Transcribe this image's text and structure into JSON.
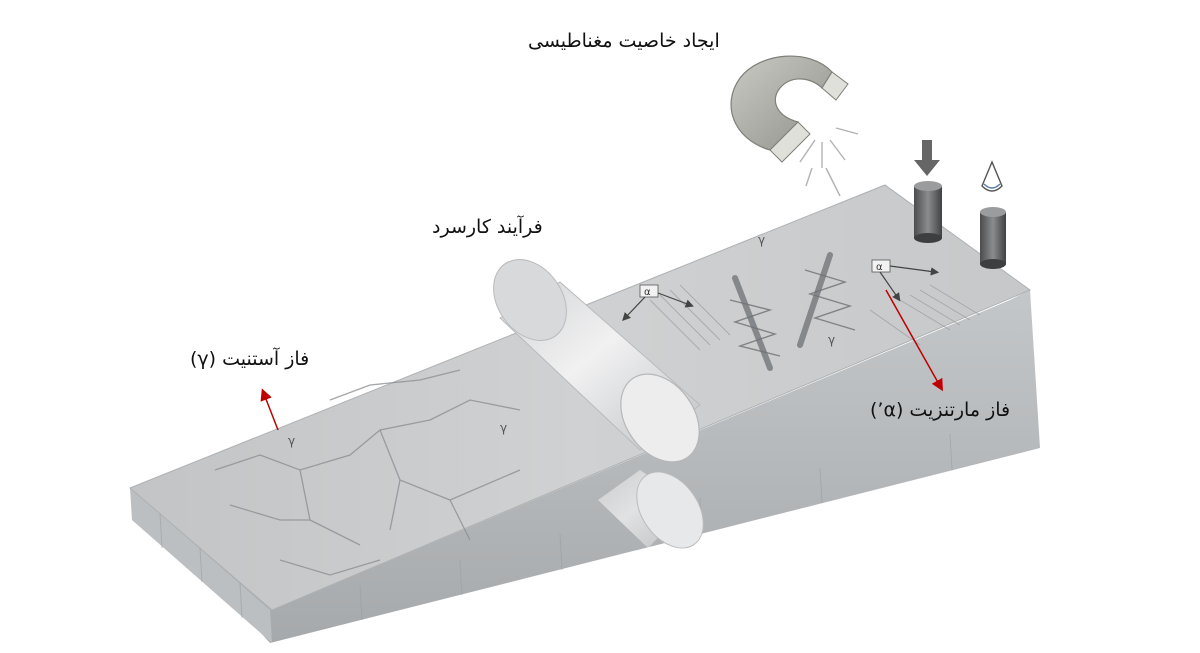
{
  "labels": {
    "magnetism": "ایجاد خاصیت مغناطیسی",
    "cold_work": "فرآیند کارسرد",
    "austenite": "فاز آستنیت (γ)",
    "martensite": "فاز مارتنزیت (α’)"
  },
  "micro_marks": {
    "gamma": "γ",
    "alpha": "α"
  },
  "colors": {
    "arrow_red": "#c00000",
    "plate_top": "#c9cbcc",
    "plate_side": "#b4b7b9",
    "roller": "#e4e5e6"
  }
}
